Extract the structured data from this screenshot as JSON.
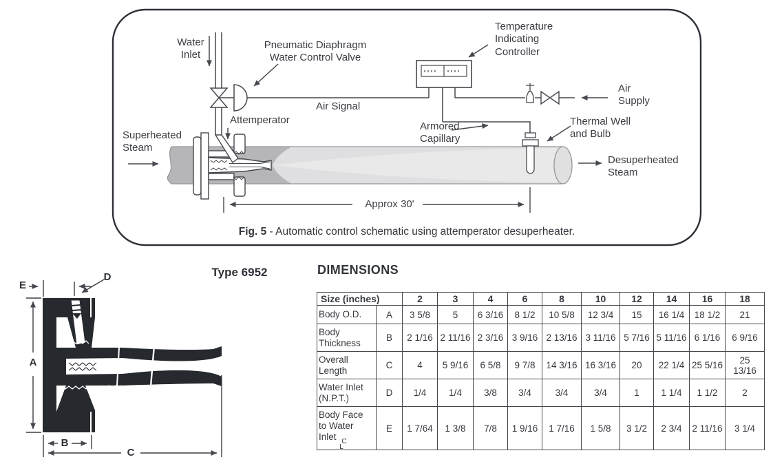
{
  "figure": {
    "caption_fig": "Fig. 5",
    "caption_text": " - Automatic control schematic using attemperator desuperheater.",
    "labels": {
      "water_inlet": "Water\nInlet",
      "pneumatic_valve": "Pneumatic Diaphragm\nWater Control Valve",
      "air_signal": "Air Signal",
      "temp_controller": "Temperature\nIndicating\nController",
      "armored_capillary": "Armored\nCapillary",
      "thermal_well": "Thermal Well\nand Bulb",
      "air_supply": "Air\nSupply",
      "superheated": "Superheated\nSteam",
      "desuperheated": "Desuperheated\nSteam",
      "attemperator": "Attemperator",
      "approx_distance": "Approx 30'"
    }
  },
  "drawing": {
    "title": "Type 6952",
    "dimension_labels": {
      "A": "A",
      "B": "B",
      "C": "C",
      "D": "D",
      "E": "E"
    }
  },
  "dimensions": {
    "heading": "DIMENSIONS",
    "table": {
      "size_header": "Size (inches)",
      "sizes": [
        "2",
        "3",
        "4",
        "6",
        "8",
        "10",
        "12",
        "14",
        "16",
        "18"
      ],
      "centerline_top": "C",
      "centerline_bottom": "L",
      "rows": [
        {
          "label": "Body O.D.",
          "letter": "A",
          "values": [
            "3 5/8",
            "5",
            "6 3/16",
            "8 1/2",
            "10 5/8",
            "12 3/4",
            "15",
            "16 1/4",
            "18 1/2",
            "21"
          ]
        },
        {
          "label": "Body\nThickness",
          "letter": "B",
          "values": [
            "2 1/16",
            "2 11/16",
            "2 3/16",
            "3 9/16",
            "2 13/16",
            "3 11/16",
            "5 7/16",
            "5 11/16",
            "6 1/16",
            "6 9/16"
          ]
        },
        {
          "label": "Overall\nLength",
          "letter": "C",
          "values": [
            "4",
            "5 9/16",
            "6 5/8",
            "9 7/8",
            "14 3/16",
            "16 3/16",
            "20",
            "22 1/4",
            "25 5/16",
            "25 13/16"
          ]
        },
        {
          "label": "Water Inlet\n(N.P.T.)",
          "letter": "D",
          "values": [
            "1/4",
            "1/4",
            "3/8",
            "3/4",
            "3/4",
            "3/4",
            "1",
            "1 1/4",
            "1 1/2",
            "2"
          ]
        },
        {
          "label": "Body Face\nto Water\nInlet ",
          "letter": "E",
          "centerline": true,
          "values": [
            "1 7/64",
            "1 3/8",
            "7/8",
            "1 9/16",
            "1 7/16",
            "1 5/8",
            "3 1/2",
            "2 3/4",
            "2 11/16",
            "3 1/4"
          ]
        }
      ]
    }
  },
  "colors": {
    "line": "#45484e",
    "pipe_dark": "#b6b6b8",
    "pipe_light": "#dfdfe1",
    "silhouette": "#26292e"
  }
}
